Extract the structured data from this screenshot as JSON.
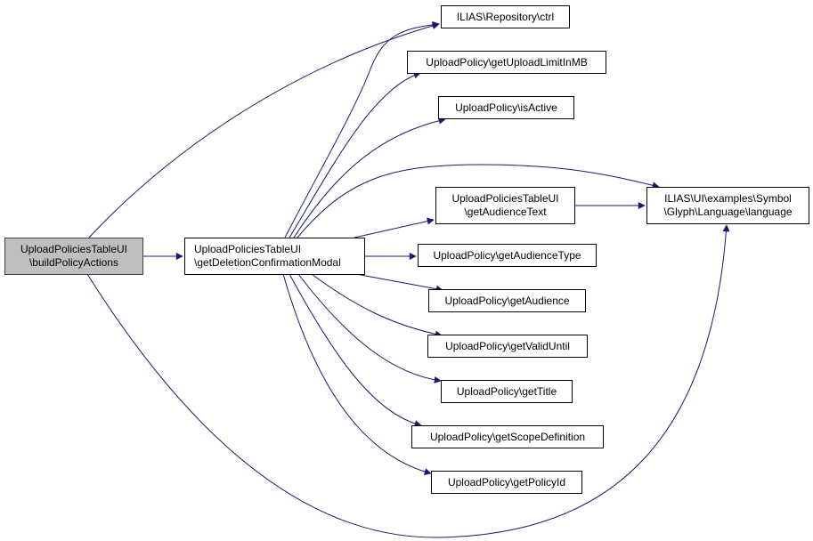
{
  "diagram": {
    "title": "Call graph: UploadPoliciesTableUI\\buildPolicyActions",
    "edge_color": "#191970",
    "root_fill": "#bfbfbf",
    "nodes": [
      {
        "id": "buildPolicyActions",
        "lines": [
          "UploadPoliciesTableUI",
          "\\buildPolicyActions"
        ],
        "root": true
      },
      {
        "id": "getDeletionConfirmationModal",
        "lines": [
          "UploadPoliciesTableUI",
          "\\getDeletionConfirmationModal"
        ]
      },
      {
        "id": "ctrl",
        "lines": [
          "ILIAS\\Repository\\ctrl"
        ]
      },
      {
        "id": "getUploadLimitInMB",
        "lines": [
          "UploadPolicy\\getUploadLimitInMB"
        ]
      },
      {
        "id": "isActive",
        "lines": [
          "UploadPolicy\\isActive"
        ]
      },
      {
        "id": "getAudienceText",
        "lines": [
          "UploadPoliciesTableUI",
          "\\getAudienceText"
        ]
      },
      {
        "id": "language",
        "lines": [
          "ILIAS\\UI\\examples\\Symbol",
          "\\Glyph\\Language\\language"
        ]
      },
      {
        "id": "getAudienceType",
        "lines": [
          "UploadPolicy\\getAudienceType"
        ]
      },
      {
        "id": "getAudience",
        "lines": [
          "UploadPolicy\\getAudience"
        ]
      },
      {
        "id": "getValidUntil",
        "lines": [
          "UploadPolicy\\getValidUntil"
        ]
      },
      {
        "id": "getTitle",
        "lines": [
          "UploadPolicy\\getTitle"
        ]
      },
      {
        "id": "getScopeDefinition",
        "lines": [
          "UploadPolicy\\getScopeDefinition"
        ]
      },
      {
        "id": "getPolicyId",
        "lines": [
          "UploadPolicy\\getPolicyId"
        ]
      }
    ],
    "edges": [
      {
        "from": "buildPolicyActions",
        "to": "getDeletionConfirmationModal"
      },
      {
        "from": "buildPolicyActions",
        "to": "ctrl"
      },
      {
        "from": "buildPolicyActions",
        "to": "language"
      },
      {
        "from": "getDeletionConfirmationModal",
        "to": "ctrl"
      },
      {
        "from": "getDeletionConfirmationModal",
        "to": "getUploadLimitInMB"
      },
      {
        "from": "getDeletionConfirmationModal",
        "to": "isActive"
      },
      {
        "from": "getDeletionConfirmationModal",
        "to": "language"
      },
      {
        "from": "getDeletionConfirmationModal",
        "to": "getAudienceText"
      },
      {
        "from": "getDeletionConfirmationModal",
        "to": "getAudienceType"
      },
      {
        "from": "getDeletionConfirmationModal",
        "to": "getAudience"
      },
      {
        "from": "getDeletionConfirmationModal",
        "to": "getValidUntil"
      },
      {
        "from": "getDeletionConfirmationModal",
        "to": "getTitle"
      },
      {
        "from": "getDeletionConfirmationModal",
        "to": "getScopeDefinition"
      },
      {
        "from": "getDeletionConfirmationModal",
        "to": "getPolicyId"
      },
      {
        "from": "getAudienceText",
        "to": "language"
      }
    ]
  }
}
